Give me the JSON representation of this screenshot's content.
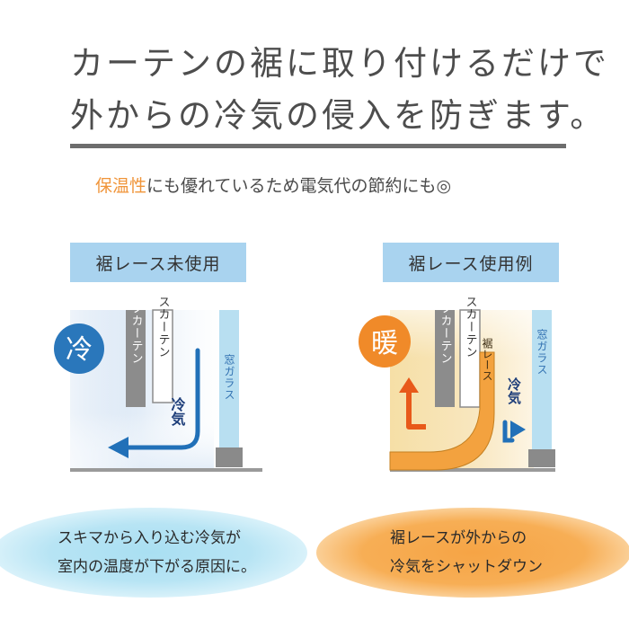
{
  "headline": {
    "line1": "カーテンの裾に取り付けるだけで",
    "line2": "外からの冷気の侵入を防ぎます。"
  },
  "subline": {
    "accent": "保温性",
    "rest": "にも優れているため電気代の節約にも◎",
    "accent_color": "#f0953a"
  },
  "left_panel": {
    "tag": "裾レース未使用",
    "temp_badge": "冷",
    "drape_label": "ドレープカーテン",
    "lace_label": "レースカーテン",
    "window_label": "窓ガラス",
    "airflow_label": "冷気",
    "caption_line1": "スキマから入り込む冷気が",
    "caption_line2": "室内の温度が下がる原因に。"
  },
  "right_panel": {
    "tag": "裾レース使用例",
    "temp_badge": "暖",
    "drape_label": "ドレープカーテン",
    "lace_label": "レースカーテン",
    "hem_lace_label": "裾レース",
    "window_label": "窓ガラス",
    "airflow_label": "冷気",
    "caption_line1": "裾レースが外からの",
    "caption_line2": "冷気をシャットダウン"
  },
  "colors": {
    "tag_bg": "#a9d3ef",
    "cold_blue": "#2170b8",
    "warm_orange": "#f0953a",
    "window_blue": "#b8dff1",
    "grey": "#8a8a8a"
  }
}
